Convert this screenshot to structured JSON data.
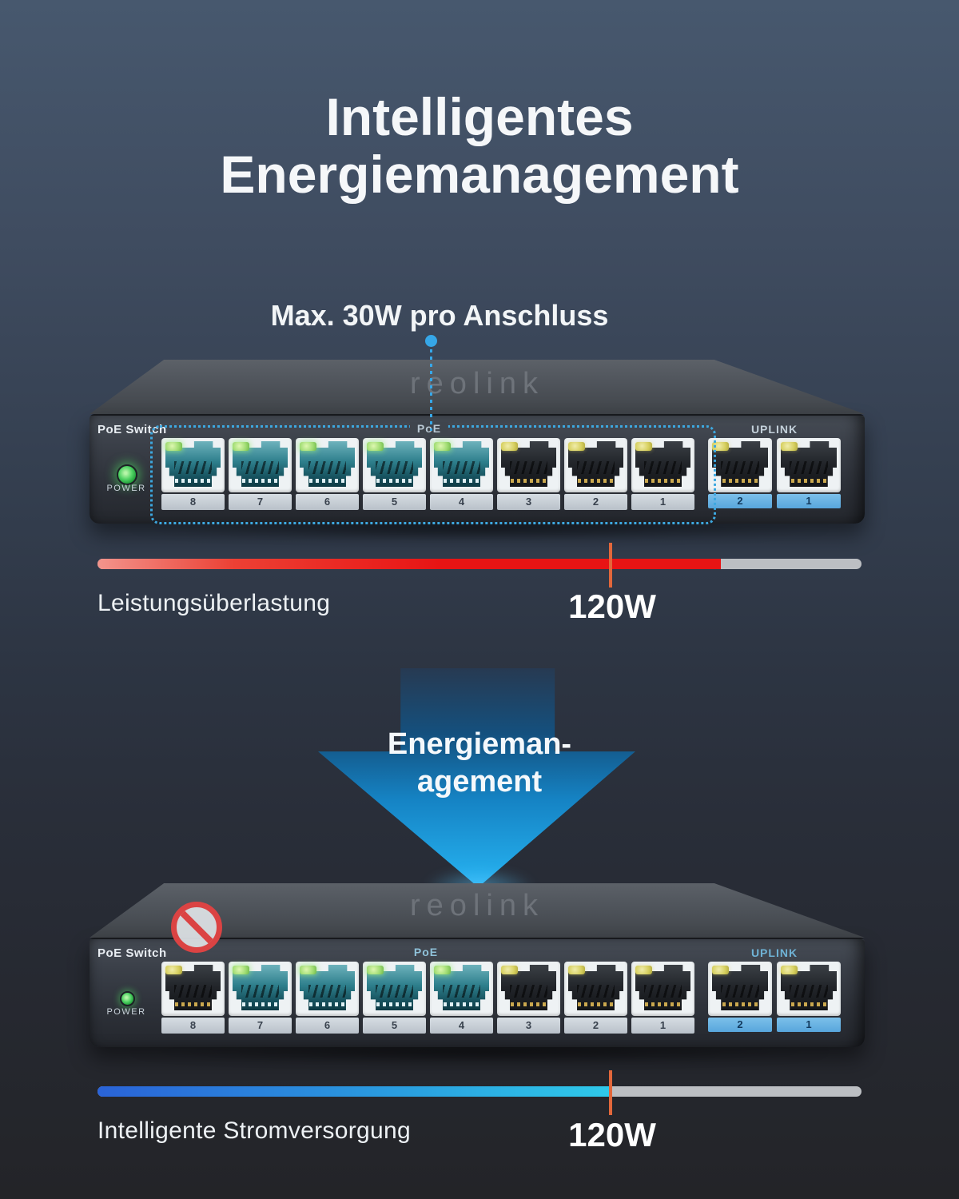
{
  "title": {
    "line1": "Intelligentes",
    "line2": "Energiemanagement"
  },
  "annotation": {
    "label": "Max. 30W pro Anschluss",
    "accent_color": "#36a7e8"
  },
  "switch_top": {
    "brand": "reolink",
    "device_label": "PoE Switch",
    "power_led_label": "POWER",
    "power_led_color": "#35c052",
    "poe_group_label": "PoE",
    "uplink_label": "UPLINK",
    "highlight_box": true,
    "poe_ports": [
      {
        "number": "8",
        "state": "active"
      },
      {
        "number": "7",
        "state": "active"
      },
      {
        "number": "6",
        "state": "active"
      },
      {
        "number": "5",
        "state": "active"
      },
      {
        "number": "4",
        "state": "active"
      },
      {
        "number": "3",
        "state": "idle"
      },
      {
        "number": "2",
        "state": "idle"
      },
      {
        "number": "1",
        "state": "idle"
      }
    ],
    "uplink_ports": [
      {
        "number": "2"
      },
      {
        "number": "1"
      }
    ]
  },
  "overload_bar": {
    "label": "Leistungsüberlastung",
    "marker_value": "120W",
    "fill_percent": 81.6,
    "marker_percent": 67.2,
    "fill_color_start": "#f2948c",
    "fill_color_end": "#e81414",
    "track_color": "#bcbfc3",
    "marker_color": "#e2673b"
  },
  "arrow": {
    "line1": "Energieman-",
    "line2": "agement",
    "color_top": "#273a52",
    "color_bottom": "#27b4f2"
  },
  "switch_bottom": {
    "brand": "reolink",
    "device_label": "PoE Switch",
    "power_led_label": "POWER",
    "power_led_color": "#35c052",
    "poe_group_label": "PoE",
    "uplink_label": "UPLINK",
    "prohibition_icon": true,
    "prohibition_color": "#db4343",
    "blocked_port": "8",
    "poe_ports": [
      {
        "number": "8",
        "state": "blocked"
      },
      {
        "number": "7",
        "state": "active"
      },
      {
        "number": "6",
        "state": "active"
      },
      {
        "number": "5",
        "state": "active"
      },
      {
        "number": "4",
        "state": "active"
      },
      {
        "number": "3",
        "state": "idle"
      },
      {
        "number": "2",
        "state": "idle"
      },
      {
        "number": "1",
        "state": "idle"
      }
    ],
    "uplink_ports": [
      {
        "number": "2"
      },
      {
        "number": "1"
      }
    ]
  },
  "smart_bar": {
    "label": "Intelligente Stromversorgung",
    "marker_value": "120W",
    "fill_percent": 67.2,
    "marker_percent": 67.2,
    "fill_color_start": "#2a63d8",
    "fill_color_end": "#2fc9ea",
    "track_color": "#bcbfc3",
    "marker_color": "#e2673b"
  }
}
